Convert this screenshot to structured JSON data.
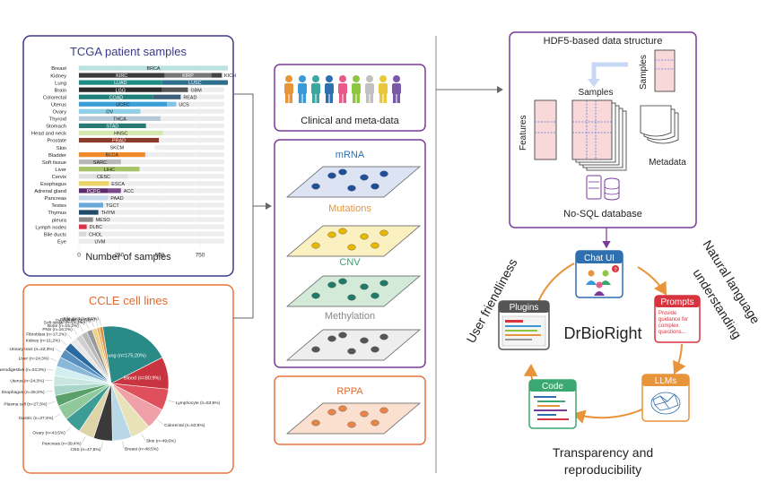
{
  "tcga": {
    "title": "TCGA patient samples",
    "xlabel": "Number of samples",
    "ticks": [
      "0",
      "250",
      "500",
      "750"
    ],
    "tick_values": [
      0,
      250,
      500,
      750
    ],
    "max": 900,
    "rows": [
      {
        "organ": "Breast",
        "segs": [
          {
            "code": "BRCA",
            "value": 1095,
            "color": "#b9e3e0"
          }
        ]
      },
      {
        "organ": "Kidney",
        "segs": [
          {
            "code": "KIRC",
            "value": 530,
            "color": "#3a3a3a"
          },
          {
            "code": "KIRP",
            "value": 290,
            "color": "#777777"
          },
          {
            "code": "KICH",
            "value": 65,
            "color": "#444444"
          }
        ]
      },
      {
        "organ": "Lung",
        "segs": [
          {
            "code": "LUAD",
            "value": 515,
            "color": "#1f8c86"
          },
          {
            "code": "LUSC",
            "value": 500,
            "color": "#2e6f8e"
          }
        ]
      },
      {
        "organ": "Brain",
        "segs": [
          {
            "code": "LGG",
            "value": 515,
            "color": "#2b2b2b"
          },
          {
            "code": "GBM",
            "value": 160,
            "color": "#555555"
          }
        ]
      },
      {
        "organ": "Colorectal",
        "segs": [
          {
            "code": "COAD",
            "value": 460,
            "color": "#1f7f7a"
          },
          {
            "code": "READ",
            "value": 170,
            "color": "#3d5f7a"
          }
        ]
      },
      {
        "organ": "Uterus",
        "segs": [
          {
            "code": "UCEC",
            "value": 545,
            "color": "#3a9fd8"
          },
          {
            "code": "UCS",
            "value": 57,
            "color": "#7fc4e8"
          }
        ]
      },
      {
        "organ": "Ovary",
        "segs": [
          {
            "code": "OV",
            "value": 380,
            "color": "#8fd0e8"
          }
        ]
      },
      {
        "organ": "Thyroid",
        "segs": [
          {
            "code": "THCA",
            "value": 505,
            "color": "#b7c9d6"
          }
        ]
      },
      {
        "organ": "Stomach",
        "segs": [
          {
            "code": "STAD",
            "value": 415,
            "color": "#2a7a74"
          }
        ]
      },
      {
        "organ": "Head and neck",
        "segs": [
          {
            "code": "HNSC",
            "value": 520,
            "color": "#d6e8b0"
          }
        ]
      },
      {
        "organ": "Prostate",
        "segs": [
          {
            "code": "PRAD",
            "value": 495,
            "color": "#8a3b2a"
          }
        ]
      },
      {
        "organ": "Skin",
        "segs": [
          {
            "code": "SKCM",
            "value": 470,
            "color": "#ffffff"
          }
        ]
      },
      {
        "organ": "Bladder",
        "segs": [
          {
            "code": "BLCA",
            "value": 410,
            "color": "#f08a2a"
          }
        ]
      },
      {
        "organ": "Soft tissue",
        "segs": [
          {
            "code": "SARC",
            "value": 260,
            "color": "#b7b7b7"
          }
        ]
      },
      {
        "organ": "Liver",
        "segs": [
          {
            "code": "LIHC",
            "value": 375,
            "color": "#a7c46a"
          }
        ]
      },
      {
        "organ": "Cervix",
        "segs": [
          {
            "code": "CESC",
            "value": 305,
            "color": "#e0e0e0"
          }
        ]
      },
      {
        "organ": "Esophagus",
        "segs": [
          {
            "code": "ESCA",
            "value": 185,
            "color": "#e9d56a"
          }
        ]
      },
      {
        "organ": "Adrenal gland",
        "segs": [
          {
            "code": "PCPG",
            "value": 180,
            "color": "#5b2a6a"
          },
          {
            "code": "ACC",
            "value": 80,
            "color": "#7a4a8a"
          }
        ]
      },
      {
        "organ": "Pancreas",
        "segs": [
          {
            "code": "PAAD",
            "value": 180,
            "color": "#c7d9ea"
          }
        ]
      },
      {
        "organ": "Testes",
        "segs": [
          {
            "code": "TGCT",
            "value": 150,
            "color": "#6aa8d8"
          }
        ]
      },
      {
        "organ": "Thymus",
        "segs": [
          {
            "code": "THYM",
            "value": 120,
            "color": "#1f4a6a"
          }
        ]
      },
      {
        "organ": "pleura",
        "segs": [
          {
            "code": "MESO",
            "value": 87,
            "color": "#8a8a8a"
          }
        ]
      },
      {
        "organ": "Lymph nodes",
        "segs": [
          {
            "code": "DLBC",
            "value": 48,
            "color": "#d8344a"
          }
        ]
      },
      {
        "organ": "Bile ducts",
        "segs": [
          {
            "code": "CHOL",
            "value": 45,
            "color": "#d8d8d8"
          }
        ]
      },
      {
        "organ": "Eye",
        "segs": [
          {
            "code": "UVM",
            "value": 80,
            "color": "#ececec"
          }
        ]
      }
    ]
  },
  "ccle": {
    "title": "CCLE cell lines",
    "slices": [
      {
        "label": "Lung (n=175;20%)",
        "value": 175,
        "color": "#2a8a86",
        "outside": false
      },
      {
        "label": "Blood (n=80;9%)",
        "value": 80,
        "color": "#c8343f",
        "outside": false
      },
      {
        "label": "Lymphocyte (n=53;6%)",
        "value": 53,
        "color": "#e0505c",
        "outside": true
      },
      {
        "label": "Colorectal (n=53;6%)",
        "value": 53,
        "color": "#f0a0a8",
        "outside": true
      },
      {
        "label": "Skin (n=49;6%)",
        "value": 49,
        "color": "#e8e2b8",
        "outside": true
      },
      {
        "label": "Breast (n=48;5%)",
        "value": 48,
        "color": "#b8d8e8",
        "outside": true
      },
      {
        "label": "CNS (n=47;5%)",
        "value": 47,
        "color": "#3a3a3a",
        "outside": true
      },
      {
        "label": "Pancreas (n=39;4%)",
        "value": 39,
        "color": "#ddd4a8",
        "outside": true
      },
      {
        "label": "Ovary (n=43;5%)",
        "value": 43,
        "color": "#3e9c96",
        "outside": true
      },
      {
        "label": "Gastric (n=37;4%)",
        "value": 37,
        "color": "#8fc89a",
        "outside": true
      },
      {
        "label": "Plasma cell (n=27;3%)",
        "value": 27,
        "color": "#5aa06a",
        "outside": true
      },
      {
        "label": "Esophagus (n=25;3%)",
        "value": 25,
        "color": "#a9d6c8",
        "outside": true
      },
      {
        "label": "Uterus (n=24;3%)",
        "value": 24,
        "color": "#c9e7de",
        "outside": true
      },
      {
        "label": "Upper aerodigestive (n=24;3%)",
        "value": 24,
        "color": "#d2eef0",
        "outside": true
      },
      {
        "label": "Liver (n=24;3%)",
        "value": 24,
        "color": "#8ab8d8",
        "outside": true
      },
      {
        "label": "Urinary tract (n=22;3%)",
        "value": 22,
        "color": "#5a90c0",
        "outside": true
      },
      {
        "label": "Kidney (n=21;2%)",
        "value": 21,
        "color": "#2a6aa0",
        "outside": true
      },
      {
        "label": "Fibroblast (n=17;2%)",
        "value": 17,
        "color": "#e8e8e8",
        "outside": true
      },
      {
        "label": "PNS (n=16;2%)",
        "value": 16,
        "color": "#cfcfcf",
        "outside": true
      },
      {
        "label": "Bone (n=15;2%)",
        "value": 15,
        "color": "#b8b8b8",
        "outside": true
      },
      {
        "label": "Soft tissue (n=14;2%)",
        "value": 14,
        "color": "#999999",
        "outside": true
      },
      {
        "label": "Thyroid (n=12;1%)",
        "value": 12,
        "color": "#f0d088",
        "outside": true
      },
      {
        "label": "Prostate (n=7;1%)",
        "value": 7,
        "color": "#e8b060",
        "outside": true
      },
      {
        "label": "Bile duct (n=8;1%)",
        "value": 8,
        "color": "#d89040",
        "outside": true
      }
    ]
  },
  "middle": {
    "clinical_label": "Clinical and meta-data",
    "person_colors": [
      "#e8943a",
      "#3a9ad8",
      "#3aa8a0",
      "#2e6fb0",
      "#e85a8a",
      "#8ec63f",
      "#c0c0c0",
      "#e8c83a",
      "#7a5aa8"
    ],
    "layers": [
      {
        "label": "mRNA",
        "label_color": "#2e6fb0",
        "fill": "#dce4f4",
        "dot": "#1f4f9a"
      },
      {
        "label": "Mutations",
        "label_color": "#e8943a",
        "fill": "#fbf0c0",
        "dot": "#e8b800"
      },
      {
        "label": "CNV",
        "label_color": "#3aa070",
        "fill": "#d4ead8",
        "dot": "#1f7a6a"
      },
      {
        "label": "Methylation",
        "label_color": "#888888",
        "fill": "#eeeeee",
        "dot": "#555555"
      }
    ],
    "rppa": {
      "label": "RPPA",
      "label_color": "#e06a30",
      "fill": "#fbe0d0",
      "dot": "#e8864a"
    }
  },
  "hdf5": {
    "title": "HDF5-based data structure",
    "samples_top": "Samples",
    "samples": "Samples",
    "features": "Features",
    "metadata": "Metadata",
    "nosql": "No-SQL database"
  },
  "cycle": {
    "center": "DrBioRight",
    "chat": "Chat UI",
    "prompts": "Prompts",
    "prompts_text": [
      "Provide",
      "guidance for",
      "complex",
      "questions..."
    ],
    "llms": "LLMs",
    "code": "Code",
    "plugins": "Plugins",
    "nlu": [
      "Natural language",
      "understanding"
    ],
    "user": "User friendliness",
    "transparency": [
      "Transparency and",
      "reproducibility"
    ],
    "colors": {
      "chat": "#2e6fb0",
      "prompts": "#d8343f",
      "llms": "#e8943a",
      "code": "#3aa870",
      "plugins": "#555555",
      "arc": "#e8943a"
    }
  }
}
